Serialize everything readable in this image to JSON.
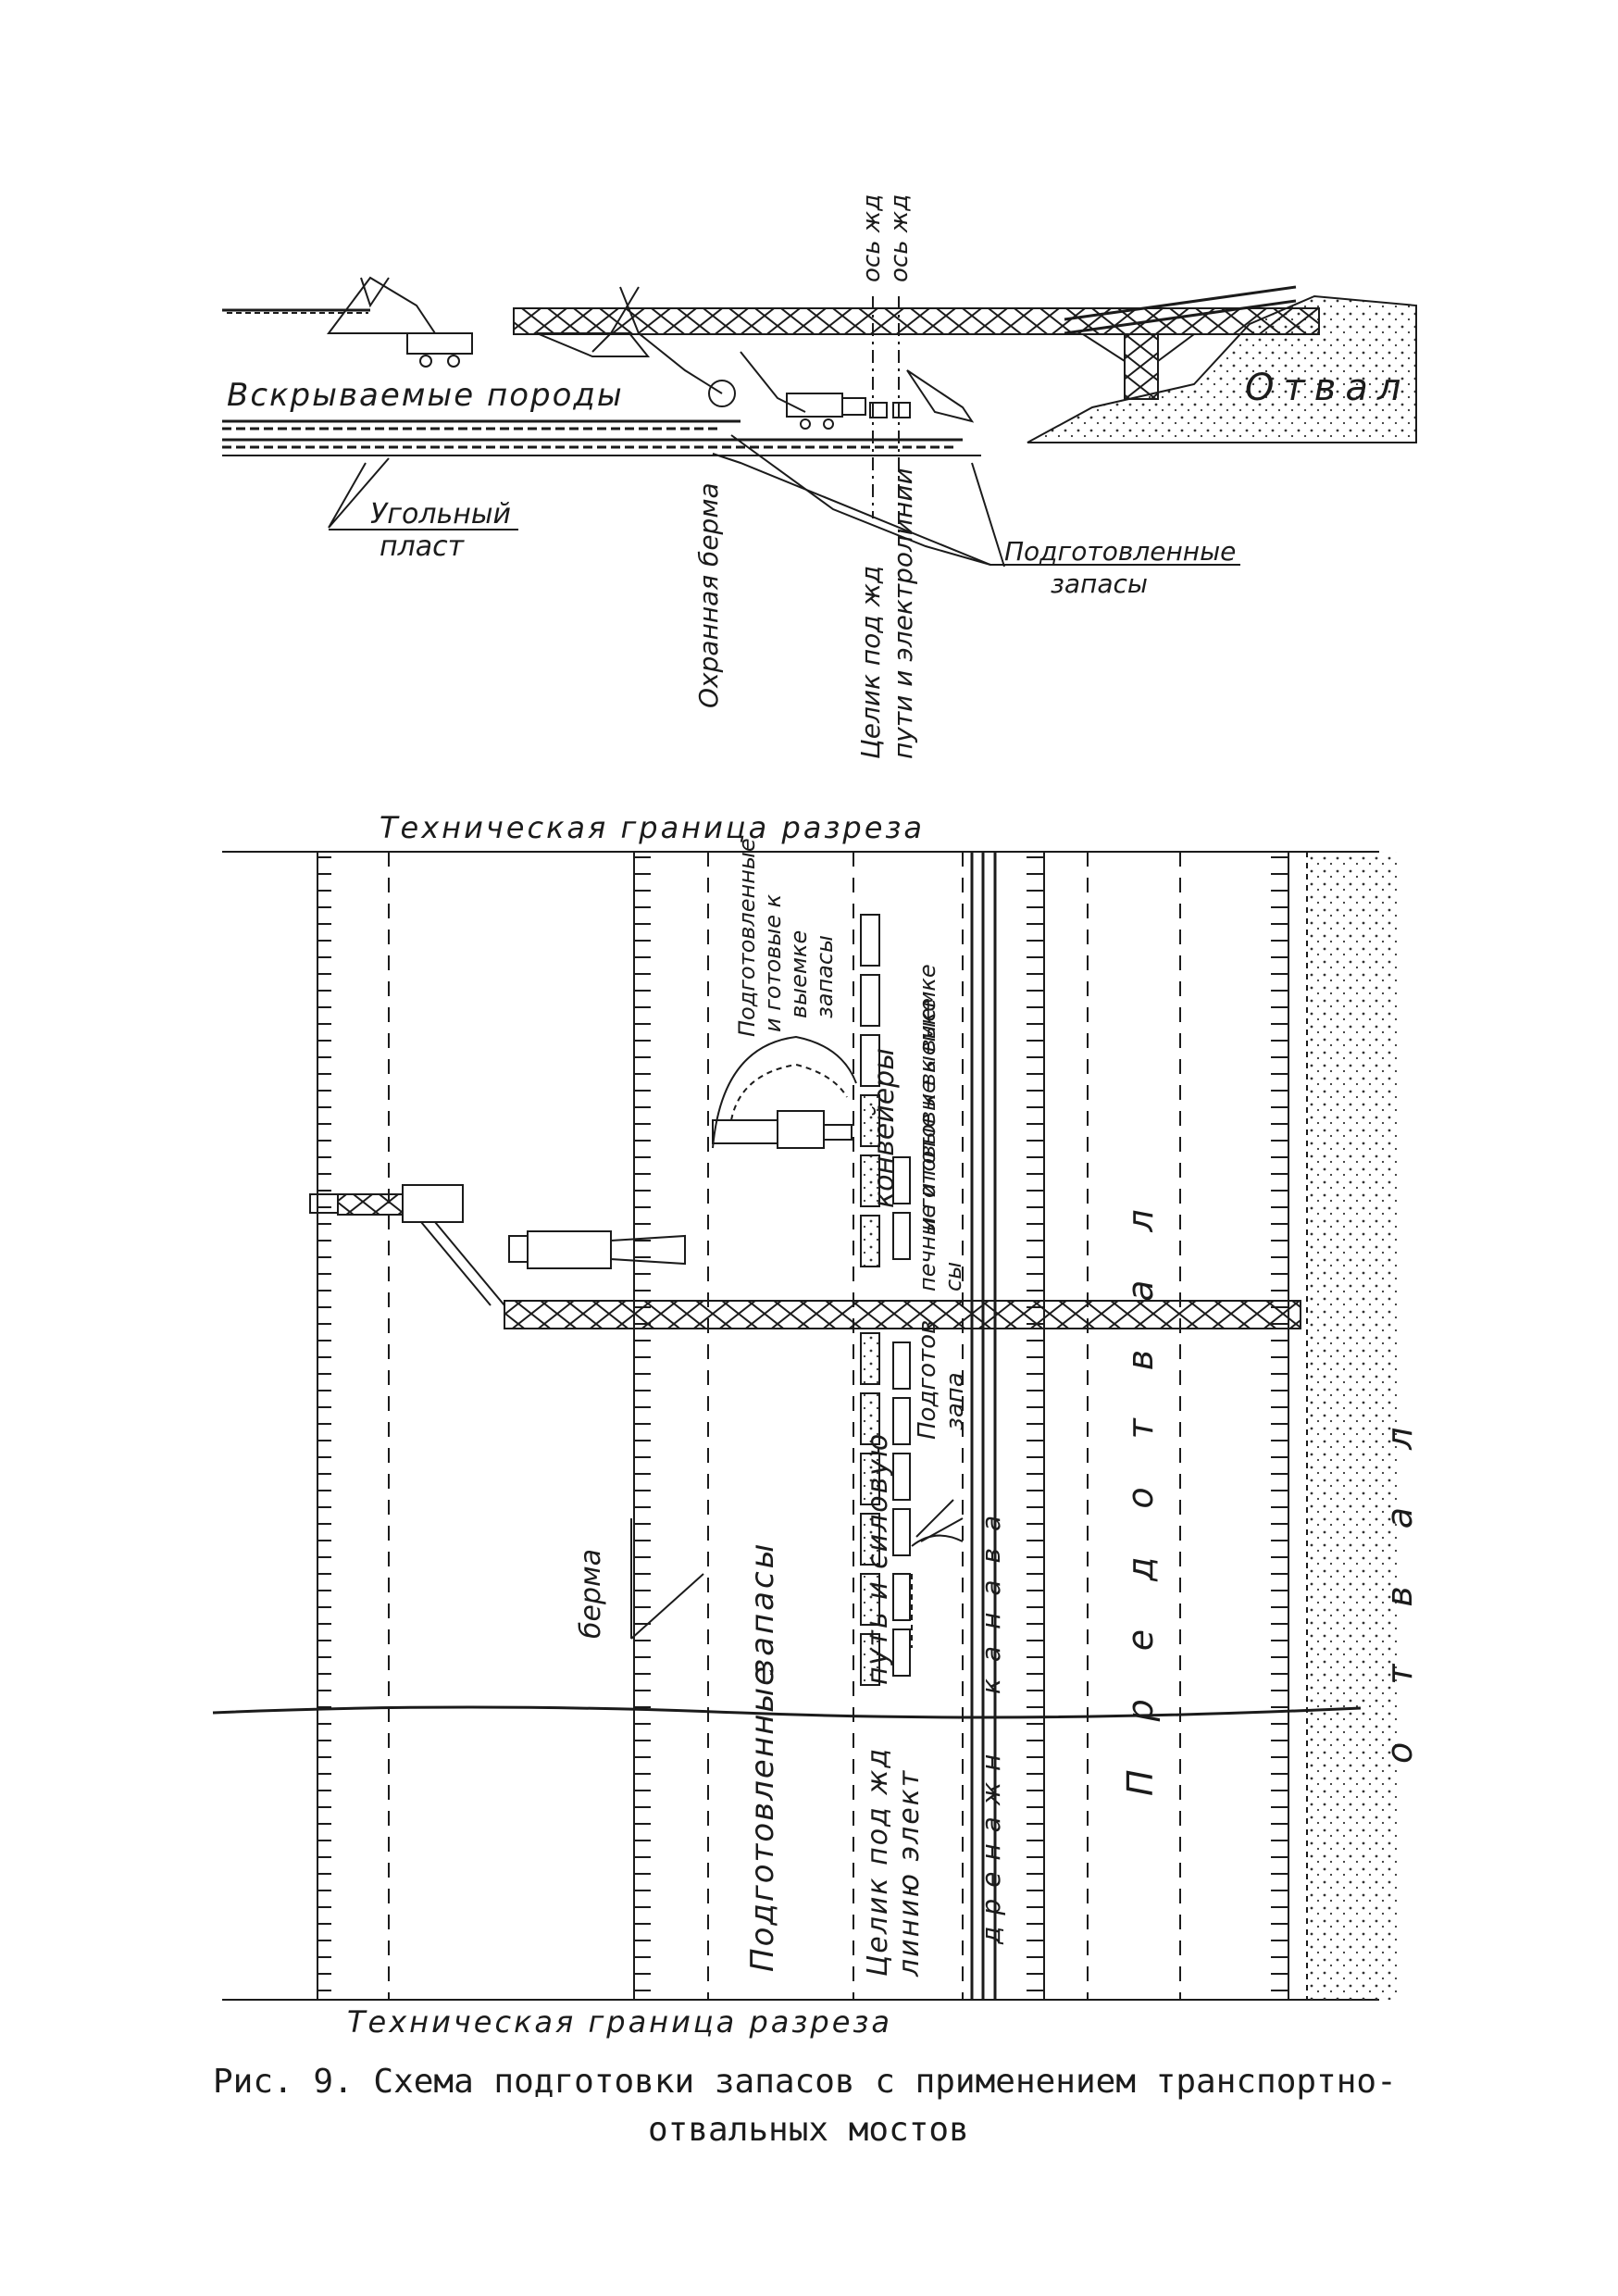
{
  "section_view": {
    "label_axis_rail_1": "ось жд",
    "label_axis_rail_2": "ось жд",
    "label_overburden": "Вскрываемые породы",
    "label_dump": "Отвал",
    "label_seam_1": "Угольный",
    "label_seam_2": "пласт",
    "label_berm": "Охранная берма",
    "label_pillar_1": "Целик под жд",
    "label_pillar_2": "пути и электролинии",
    "label_prepared_1": "Подготовленные",
    "label_prepared_2": "запасы"
  },
  "plan_view": {
    "boundary_top": "Техническая граница разреза",
    "boundary_bottom": "Техническая граница разреза",
    "label_ready_left_1": "Подготовленные",
    "label_ready_left_2": "и готовые к",
    "label_ready_left_3": "выемке",
    "label_ready_left_4": "запасы",
    "label_conveyors": "конвейеры",
    "label_ready_right_1": "и готовые к выемке",
    "label_ready_right_2": "печные и готовые к выемке",
    "label_ready_right_3": "сы",
    "label_prepared_short_1": "Подготов",
    "label_prepared_short_2": "запа",
    "label_berm": "берма",
    "label_prepared_reserves_1": "Подготовленные",
    "label_prepared_reserves_2": "запасы",
    "label_path_1": "путь и силовую",
    "label_path_2": "Целик под жд",
    "label_path_3": "линию  элект",
    "label_canal": "канава",
    "label_drainage": "дренажн",
    "label_predotval": "Предотвал",
    "label_otval": "отвал"
  },
  "caption": {
    "line_1": "Рис. 9. Схема подготовки запасов с применением транспортно-",
    "line_2": "отвальных мостов"
  }
}
